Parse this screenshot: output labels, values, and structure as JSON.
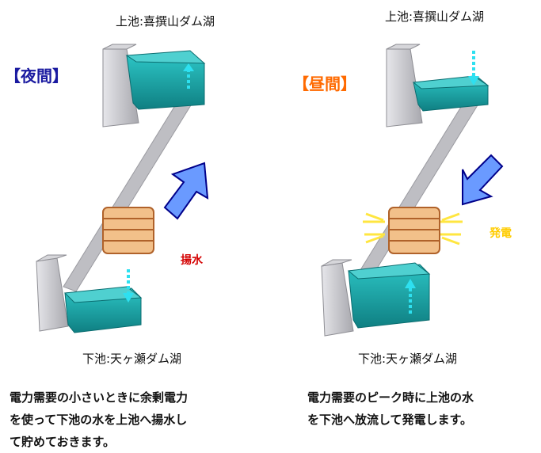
{
  "night": {
    "upper_label": "上池:喜撰山ダム湖",
    "lower_label": "下池:天ヶ瀬ダム湖",
    "badge": "【夜間】",
    "action": "揚水",
    "description_lines": [
      "電力需要の小さいときに余剰電力",
      "を使って下池の水を上池へ揚水し",
      "て貯めておきます。"
    ]
  },
  "day": {
    "upper_label": "上池:喜撰山ダム湖",
    "lower_label": "下池:天ヶ瀬ダム湖",
    "badge": "【昼間】",
    "action": "発電",
    "description_lines": [
      "電力需要のピーク時に上池の水",
      "を下池へ放流して発電します。"
    ]
  },
  "colors": {
    "night_badge": "#1a1aa0",
    "day_badge": "#ff6a00",
    "pump_text": "#d40000",
    "gen_text": "#ffcc00",
    "water": "#1aa8a8",
    "dam": "#c8c8cc",
    "pipe": "#c4c4c8",
    "arrow_fill": "#6a9aff",
    "arrow_stroke": "#00008a",
    "turbine": "#f2c08a"
  }
}
